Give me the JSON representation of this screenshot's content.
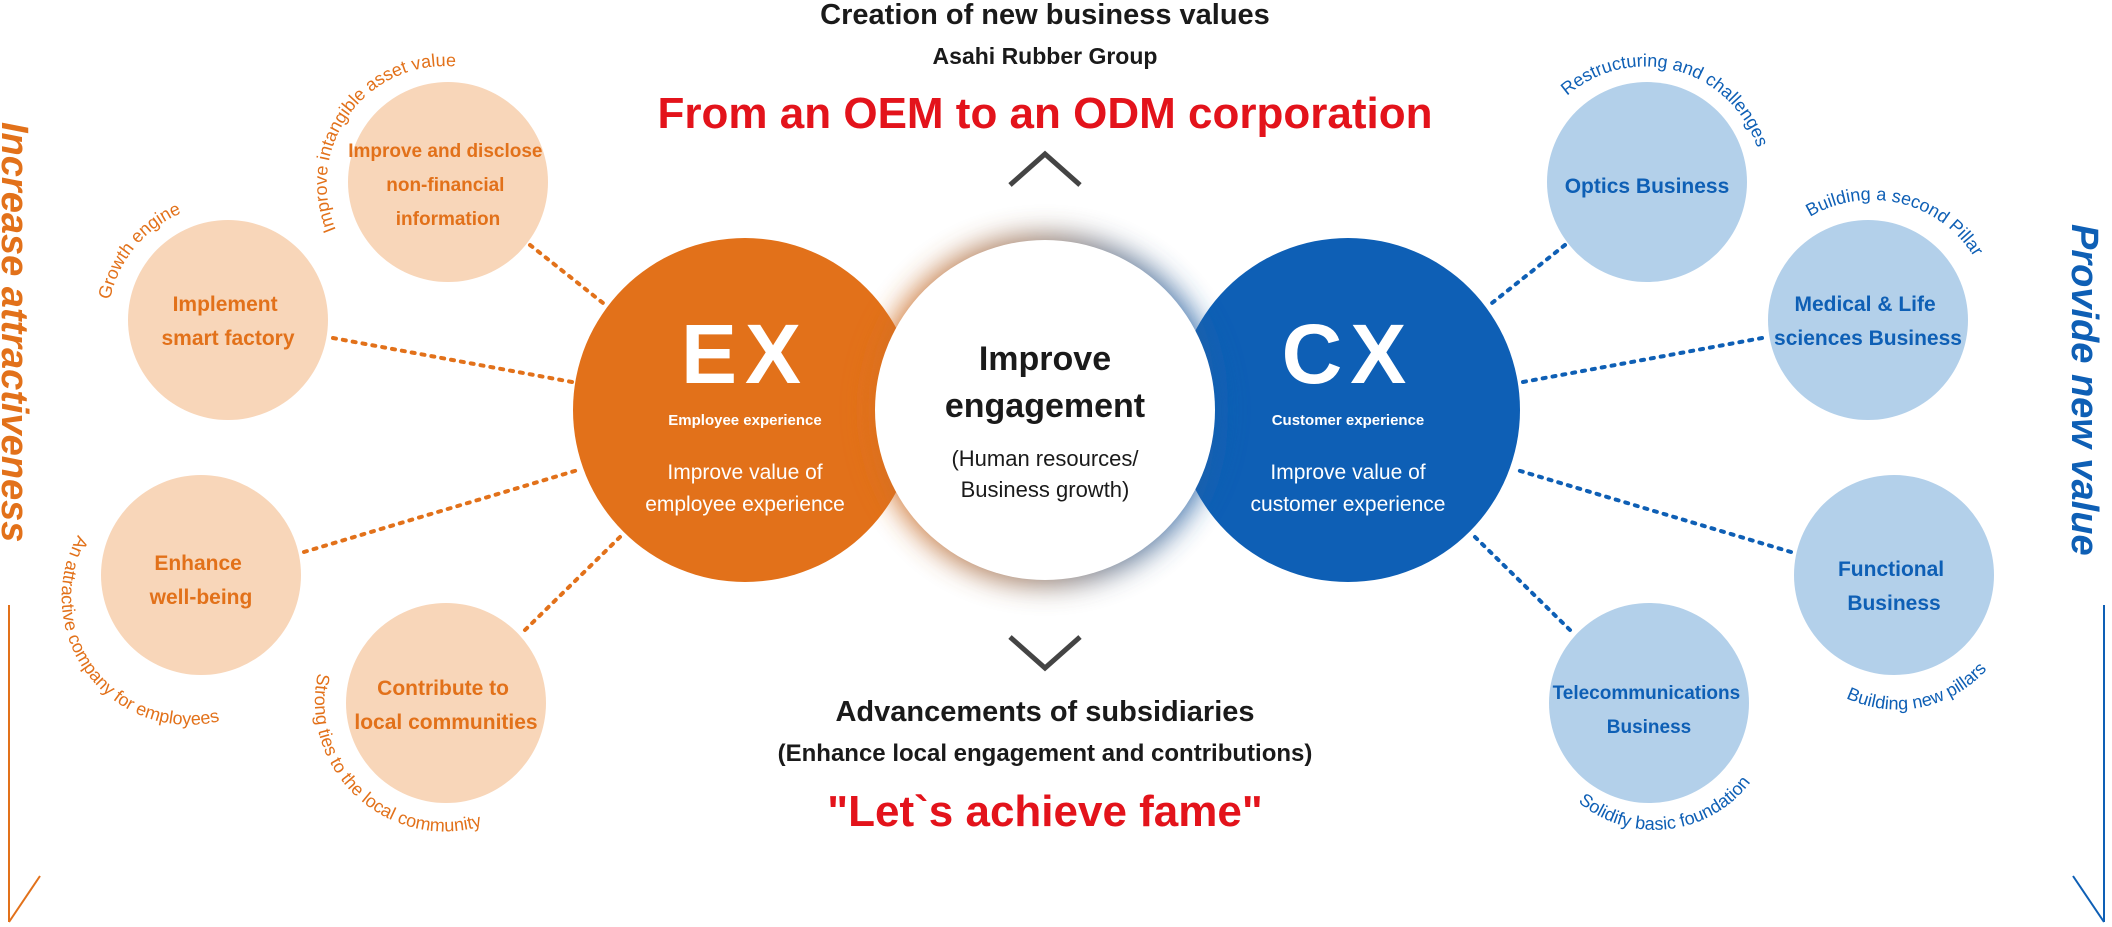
{
  "header": {
    "title": "Creation of new business values",
    "group": "Asahi Rubber Group",
    "headline": "From an OEM to an ODM corporation"
  },
  "footer": {
    "title": "Advancements of subsidiaries",
    "subtitle": "(Enhance local engagement and contributions)",
    "slogan": "\"Let`s achieve fame\""
  },
  "center": {
    "title_line1": "Improve",
    "title_line2": "engagement",
    "sub_line1": "(Human resources/",
    "sub_line2": "Business growth)"
  },
  "ex": {
    "big": "EX",
    "label": "Employee experience",
    "line1": "Improve value of",
    "line2": "employee experience"
  },
  "cx": {
    "big": "CX",
    "label": "Customer experience",
    "line1": "Improve value of",
    "line2": "customer experience"
  },
  "side_left": "Increase attractiveness",
  "side_right": "Provide new value",
  "left_nodes": [
    {
      "lines": [
        "Improve and disclose",
        "non-financial",
        "information"
      ],
      "caption": "Improve intangible asset value"
    },
    {
      "lines": [
        "Implement",
        "smart factory"
      ],
      "caption": "Growth engine"
    },
    {
      "lines": [
        "Enhance",
        "well-being"
      ],
      "caption": "An attractive company for employees"
    },
    {
      "lines": [
        "Contribute to",
        "local communities"
      ],
      "caption": "Strong ties to the local community"
    }
  ],
  "right_nodes": [
    {
      "lines": [
        "Optics Business"
      ],
      "caption": "Restructuring and challenges"
    },
    {
      "lines": [
        "Medical & Life",
        "sciences Business"
      ],
      "caption": "Building a second Pillar"
    },
    {
      "lines": [
        "Functional",
        "Business"
      ],
      "caption": "Building new pillars"
    },
    {
      "lines": [
        "Telecommunications",
        "Business"
      ],
      "caption": "Solidify basic foundation"
    }
  ],
  "colors": {
    "orange": "#e2711a",
    "orange_light": "#f8d6b9",
    "blue": "#0e5fb5",
    "blue_light": "#b3d0ea",
    "red": "#e3131b",
    "dark": "#1a1a1a"
  }
}
